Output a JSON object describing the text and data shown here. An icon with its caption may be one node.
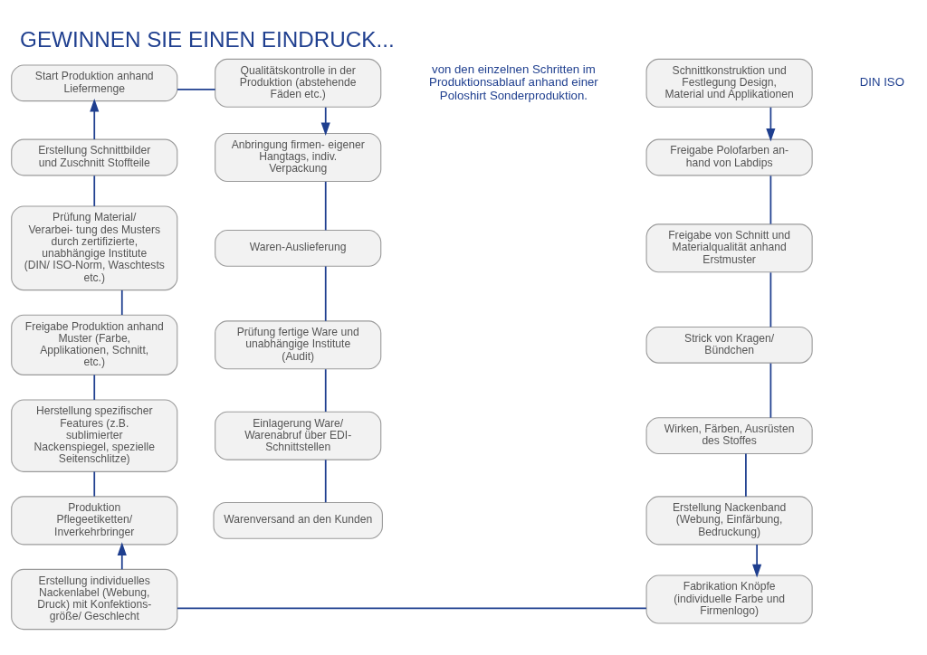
{
  "diagram": {
    "title": "GEWINNEN SIE EINEN EINDRUCK...",
    "nodes": [
      {
        "text": [
          "Schnittkonstruktion und Festlegung Design, Material und Applikationen"
        ]
      },
      {
        "text": [
          "Freigabe Polofarben an- hand von Labdips"
        ]
      },
      {
        "text": [
          "Freigabe von Schnitt und Materialqualität anhand Erstmuster"
        ]
      },
      {
        "text": [
          "Strick von Kragen/ Bündchen"
        ]
      },
      {
        "text": [
          "Wirken, Färben, Ausrüsten des Stoffes"
        ]
      },
      {
        "text": [
          "Erstellung Nackenband (Webung, Einfärbung, Bedruckung)"
        ]
      },
      {
        "text": [
          "Fabrikation Knöpfe (individuelle Farbe und Firmenlogo)"
        ]
      },
      {
        "text": [
          "Start Produktion anhand Liefermenge"
        ]
      },
      {
        "text": [
          "Erstellung Schnittbilder und Zuschnitt Stoffteile"
        ]
      },
      {
        "text": [
          "Prüfung Material/ Verarbei- tung des Musters durch zertifizierte, unabhängige Institute (DIN/ ISO-Norm, Waschtests etc.)"
        ]
      },
      {
        "text": [
          "Freigabe Produktion anhand Muster (Farbe, Applikationen, Schnitt, etc.)"
        ]
      },
      {
        "text": [
          "Herstellung spezifischer Features (z.B. sublimierter Nackenspiegel, spezielle Seitenschlitze)"
        ]
      },
      {
        "text": [
          "Produktion Pflegeetiketten/ Inverkehrbringer"
        ]
      },
      {
        "text": [
          "Erstellung individuelles Nackenlabel (Webung, Druck) mit Konfektions- größe/ Geschlecht"
        ]
      },
      {
        "text": [
          "Qualitätskontrolle in der Produktion (abstehende Fäden etc.)"
        ]
      },
      {
        "text": [
          "Anbringung firmen- eigener Hangtags, indiv. Verpackung"
        ]
      },
      {
        "text": [
          "Waren-Auslieferung"
        ]
      },
      {
        "text": [
          "Prüfung fertige Ware und unabhängige Institute (Audit)"
        ]
      },
      {
        "text": [
          "Einlagerung Ware/ Warenabruf über EDI-Schnittstellen"
        ]
      },
      {
        "text": [
          "Warenversand an den Kunden"
        ]
      }
    ],
    "edges": [
      {
        "from": 0,
        "to": 1,
        "arrow": "to"
      },
      {
        "from": 1,
        "to": 2,
        "arrow": "none"
      },
      {
        "from": 2,
        "to": 3,
        "arrow": "none"
      },
      {
        "from": 3,
        "to": 4,
        "arrow": "none"
      },
      {
        "from": 4,
        "to": 5,
        "arrow": "none"
      },
      {
        "from": 5,
        "to": 6,
        "arrow": "to"
      },
      {
        "from": 6,
        "to": 13,
        "arrow": "none"
      },
      {
        "from": 13,
        "to": 12,
        "arrow": "to"
      },
      {
        "from": 12,
        "to": 11,
        "arrow": "none"
      },
      {
        "from": 11,
        "to": 10,
        "arrow": "none"
      },
      {
        "from": 10,
        "to": 9,
        "arrow": "none"
      },
      {
        "from": 9,
        "to": 8,
        "arrow": "none"
      },
      {
        "from": 8,
        "to": 7,
        "arrow": "to"
      },
      {
        "from": 7,
        "to": 14,
        "arrow": "none"
      },
      {
        "from": 14,
        "to": 15,
        "arrow": "to"
      },
      {
        "from": 15,
        "to": 16,
        "arrow": "none"
      },
      {
        "from": 16,
        "to": 17,
        "arrow": "none"
      },
      {
        "from": 17,
        "to": 18,
        "arrow": "none"
      },
      {
        "from": 18,
        "to": 19,
        "arrow": "none"
      }
    ],
    "labels": [
      "von den einzelnen Schritten im Produktionsablauf anhand einer Poloshirt Sonderproduktion.",
      "DIN ISO"
    ]
  }
}
